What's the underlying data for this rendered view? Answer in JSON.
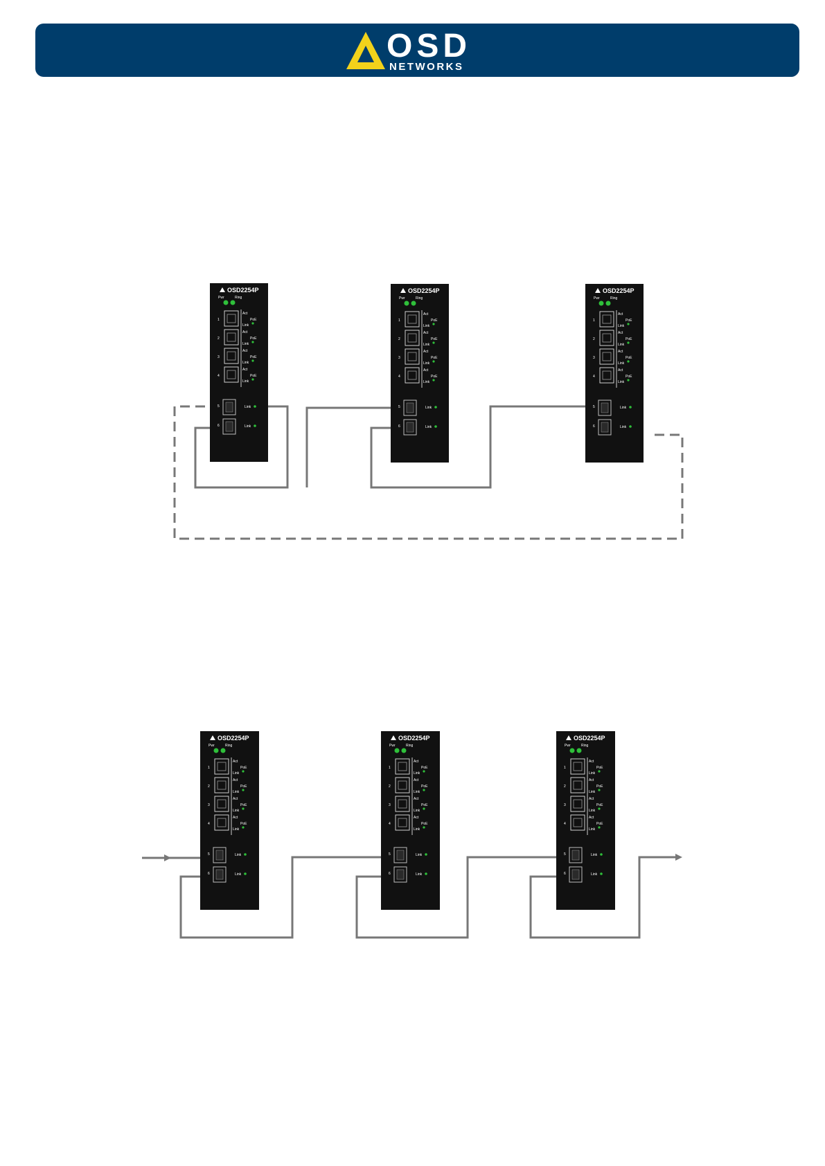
{
  "brand": {
    "name": "OSD",
    "sub": "NETWORKS",
    "header_color": "#003d6b",
    "logo_color": "#f2d21b"
  },
  "device": {
    "model": "OSD2254P",
    "pwr_label": "Pwr",
    "ring_label": "Ring",
    "act_label": "Act",
    "poe_label": "PoE",
    "link_label": "Link",
    "rj45_ports": [
      "1",
      "2",
      "3",
      "4"
    ],
    "sfp_ports": [
      "5",
      "6"
    ],
    "body_color": "#111111",
    "led_color": "#2fbf3a"
  },
  "diagrams": [
    {
      "name": "ring-topology",
      "devices": 3,
      "redundant_link": "dashed"
    },
    {
      "name": "chain-topology",
      "devices": 3,
      "redundant_link": "none"
    }
  ],
  "cable_color": "#777777"
}
